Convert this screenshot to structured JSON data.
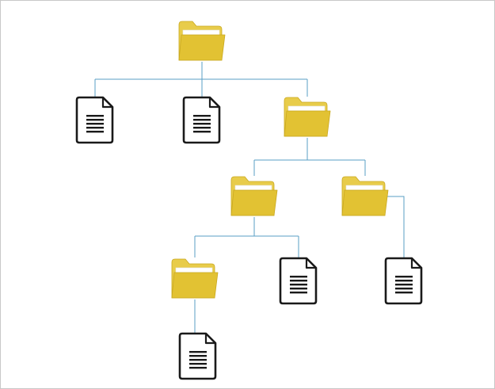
{
  "diagram": {
    "type": "file-tree",
    "colors": {
      "folder_front": "#E2C233",
      "folder_back": "#E8CC4A",
      "folder_edge": "#C9A81F",
      "file_outline": "#1a1a1a",
      "file_fill": "#ffffff",
      "connector": "#5a9fc4",
      "border": "#c8c8c8"
    },
    "nodes": [
      {
        "id": "root",
        "kind": "folder",
        "icon": "folder-icon"
      },
      {
        "id": "file-a",
        "kind": "file",
        "icon": "document-icon",
        "parent": "root"
      },
      {
        "id": "file-b",
        "kind": "file",
        "icon": "document-icon",
        "parent": "root"
      },
      {
        "id": "folder-1",
        "kind": "folder",
        "icon": "folder-icon",
        "parent": "root"
      },
      {
        "id": "folder-1a",
        "kind": "folder",
        "icon": "folder-icon",
        "parent": "folder-1"
      },
      {
        "id": "folder-1b",
        "kind": "folder",
        "icon": "folder-icon",
        "parent": "folder-1"
      },
      {
        "id": "folder-1a-i",
        "kind": "folder",
        "icon": "folder-icon",
        "parent": "folder-1a"
      },
      {
        "id": "file-c",
        "kind": "file",
        "icon": "document-icon",
        "parent": "folder-1a"
      },
      {
        "id": "file-d",
        "kind": "file",
        "icon": "document-icon",
        "parent": "folder-1b"
      },
      {
        "id": "file-e",
        "kind": "file",
        "icon": "document-icon",
        "parent": "folder-1a-i"
      }
    ]
  }
}
